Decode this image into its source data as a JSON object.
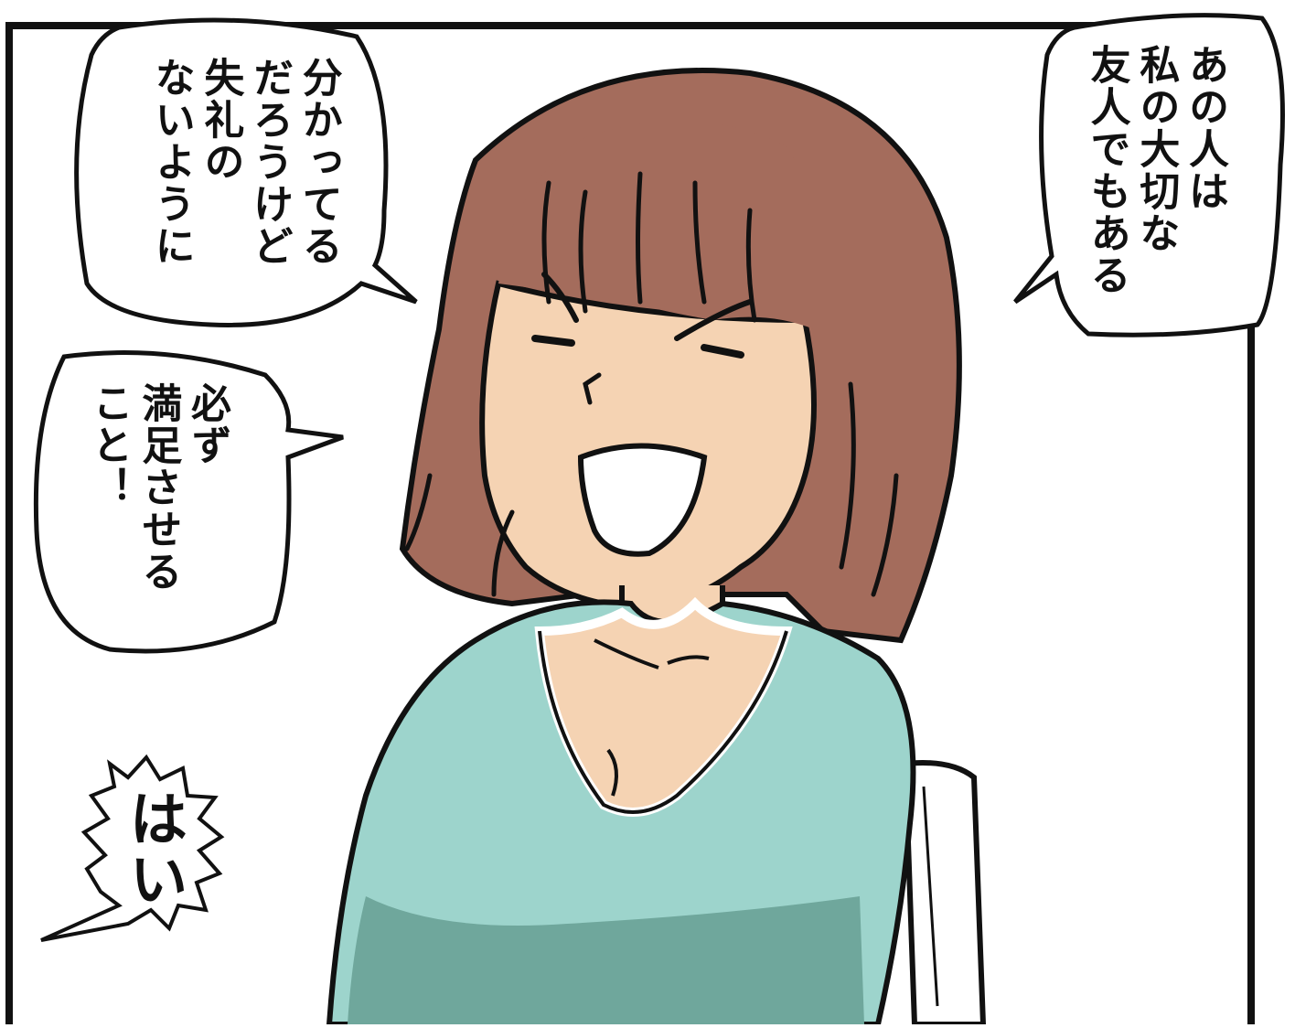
{
  "panel": {
    "bubbles": [
      {
        "id": "right",
        "lines": [
          "あの人は",
          "私の大切な",
          "友人でもある"
        ]
      },
      {
        "id": "left",
        "lines": [
          "分かってる",
          "だろうけど",
          "失礼の",
          "ないように"
        ]
      },
      {
        "id": "middle",
        "lines": [
          "必ず",
          "満足させる",
          "こと！"
        ]
      }
    ],
    "exclamation": "はい"
  },
  "colors": {
    "hair": "#a46c5c",
    "skin": "#f5d3b3",
    "shirt": "#9dd4cc",
    "shirt_shadow": "#6fa79c",
    "outline": "#111111"
  }
}
